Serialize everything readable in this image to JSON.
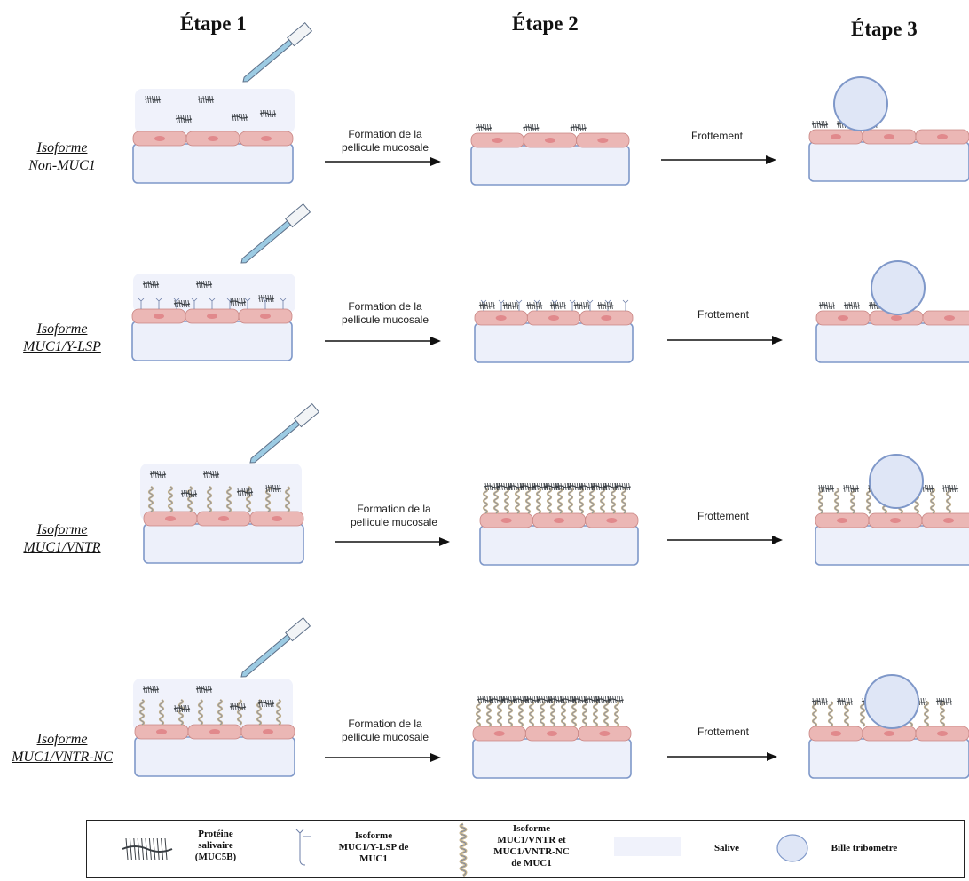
{
  "stages": [
    "Étape 1",
    "Étape 2",
    "Étape 3"
  ],
  "rows": [
    {
      "line1": "Isoforme",
      "line2": "Non-MUC1",
      "arrow1": [
        "Formation de la",
        "pellicule mucosale"
      ],
      "arrow2": "Frottement"
    },
    {
      "line1": "Isoforme",
      "line2": "MUC1/Y-LSP",
      "arrow1": [
        "Formation de la",
        "pellicule mucosale"
      ],
      "arrow2": "Frottement"
    },
    {
      "line1": "Isoforme",
      "line2": "MUC1/VNTR",
      "arrow1": [
        "Formation de la",
        "pellicule mucosale"
      ],
      "arrow2": "Frottement"
    },
    {
      "line1": "Isoforme",
      "line2": "MUC1/VNTR-NC",
      "arrow1": [
        "Formation de la",
        "pellicule mucosale"
      ],
      "arrow2": "Frottement"
    }
  ],
  "legend": {
    "items": [
      {
        "icon": "mucin-protein-icon",
        "lines": [
          "Protéine",
          "salivaire",
          "(MUC5B)"
        ]
      },
      {
        "icon": "y-lsp-icon",
        "lines": [
          "Isoforme",
          "MUC1/Y-LSP de",
          "MUC1"
        ]
      },
      {
        "icon": "vntr-icon",
        "lines": [
          "Isoforme",
          "MUC1/VNTR et",
          "MUC1/VNTR-NC",
          "de MUC1"
        ]
      },
      {
        "icon": "saliva-swatch",
        "lines": [
          "Salive"
        ]
      },
      {
        "icon": "bead-icon",
        "lines": [
          "Bille tribometre"
        ]
      }
    ]
  },
  "colors": {
    "cell_fill": "#ebb7b5",
    "cell_stroke": "#c98684",
    "nucleus": "#e1898c",
    "substrate_fill": "#edf0fa",
    "substrate_stroke": "#7f98c9",
    "saliva": "#f0f2fb",
    "bead_fill": "#dfe6f6",
    "bead_stroke": "#7f98c9",
    "mucin": "#3a3f44",
    "vntr": "#c9b68c",
    "pipette_tip": "#9ccbe3",
    "pipette_body": "#f2f4f6",
    "arrow": "#111111"
  }
}
